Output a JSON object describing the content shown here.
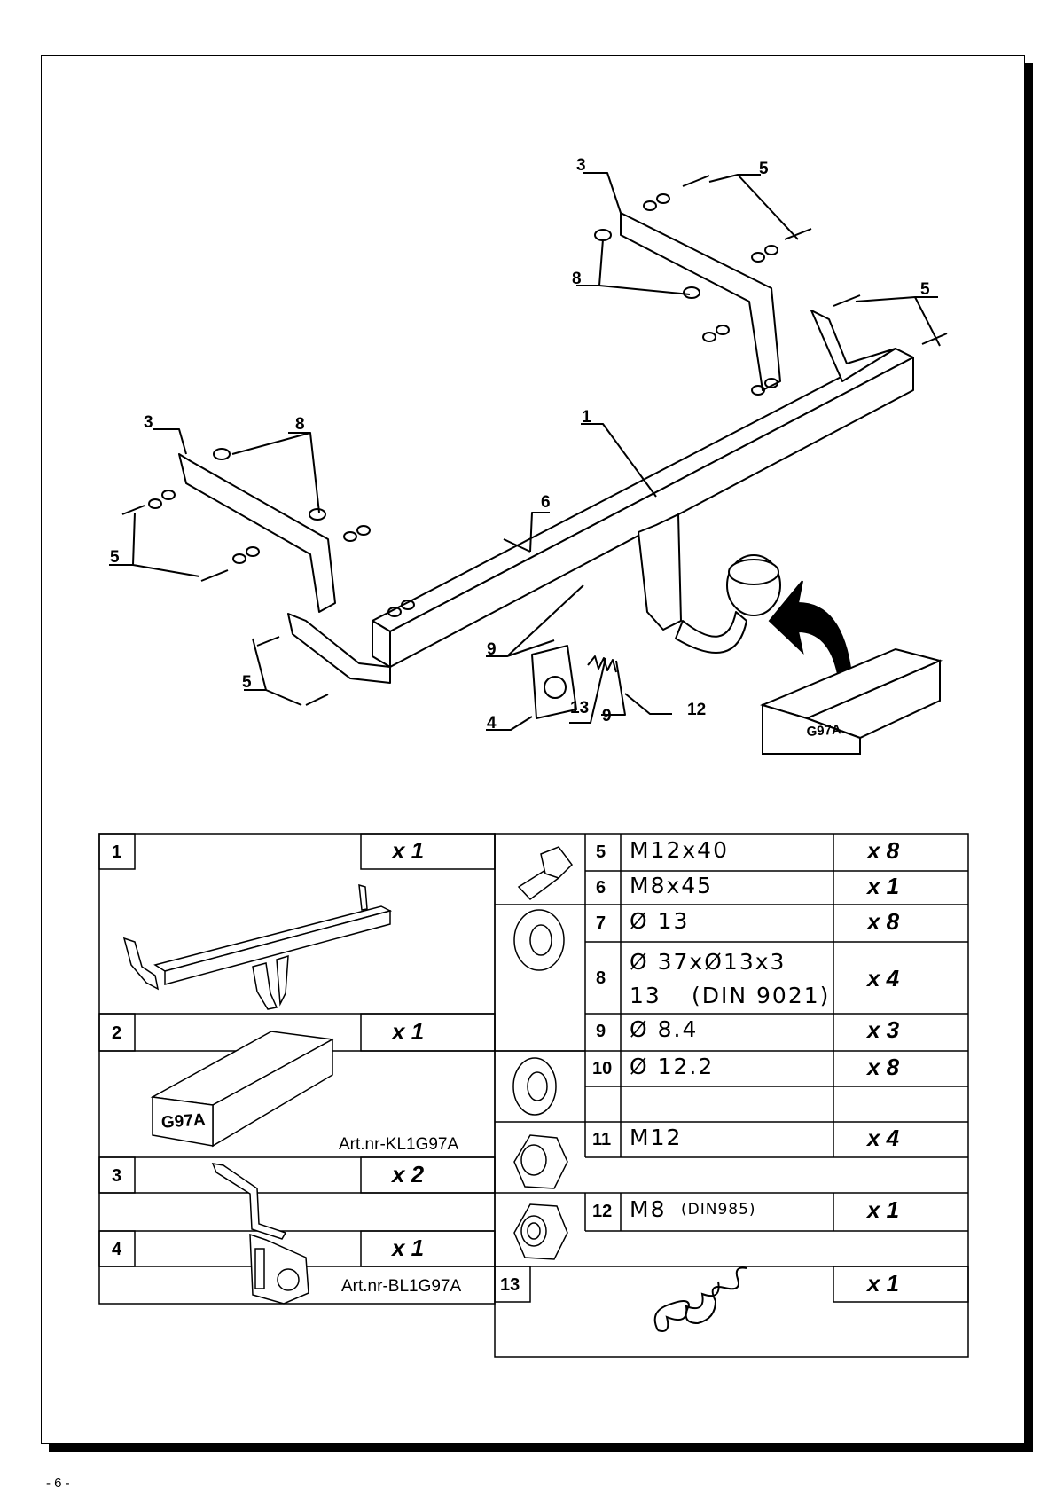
{
  "diagram": {
    "callouts": [
      "1",
      "3",
      "3",
      "4",
      "5",
      "5",
      "5",
      "6",
      "8",
      "8",
      "9",
      "9",
      "12",
      "13"
    ],
    "box_label": "G97A"
  },
  "parts": [
    {
      "num": "1",
      "qty": "x 1"
    },
    {
      "num": "2",
      "qty": "x 1",
      "box_label": "G97A",
      "art": "Art.nr-KL1G97A"
    },
    {
      "num": "3",
      "qty": "x 2"
    },
    {
      "num": "4",
      "qty": "x 1",
      "art": "Art.nr-BL1G97A"
    },
    {
      "num": "5",
      "spec": "M12x40",
      "qty": "x 8"
    },
    {
      "num": "6",
      "spec": "M8x45",
      "qty": "x 1"
    },
    {
      "num": "7",
      "spec": "Ø 13",
      "qty": "x 8"
    },
    {
      "num": "8",
      "spec": "Ø 37xØ13x3",
      "spec2": "13",
      "spec2b": "(DIN 9021)",
      "qty": "x 4"
    },
    {
      "num": "9",
      "spec": "Ø 8.4",
      "qty": "x 3"
    },
    {
      "num": "10",
      "spec": "Ø 12.2",
      "qty": "x 8"
    },
    {
      "num": "11",
      "spec": "M12",
      "qty": "x 4"
    },
    {
      "num": "12",
      "spec": "M8",
      "spec_small": "(DIN985)",
      "qty": "x 1"
    },
    {
      "num": "13",
      "qty": "x 1"
    }
  ],
  "page_number": "- 6 -"
}
